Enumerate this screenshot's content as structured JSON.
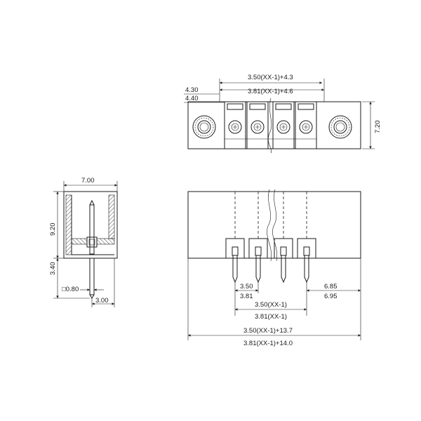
{
  "top_view": {
    "pitch_350_label": "3.50(XX-1)+4.3",
    "pitch_381_label": "3.81(XX-1)+4.6",
    "left_offset_a": "4.30",
    "left_offset_b": "4.40",
    "height_label": "7.20"
  },
  "side_view": {
    "width_label": "7.00",
    "body_height_label": "9.20",
    "pin_length_label": "3.40",
    "pin_square_label": "□0.80",
    "pin_offset_label": "3.00"
  },
  "front_view": {
    "pitch_a_label": "3.50",
    "pitch_b_label": "3.81",
    "right_a_label": "6.85",
    "right_b_label": "6.95",
    "span_350_label": "3.50(XX-1)",
    "span_381_label": "3.81(XX-1)",
    "total_350_label": "3.50(XX-1)+13.7",
    "total_381_label": "3.81(XX-1)+14.0"
  }
}
